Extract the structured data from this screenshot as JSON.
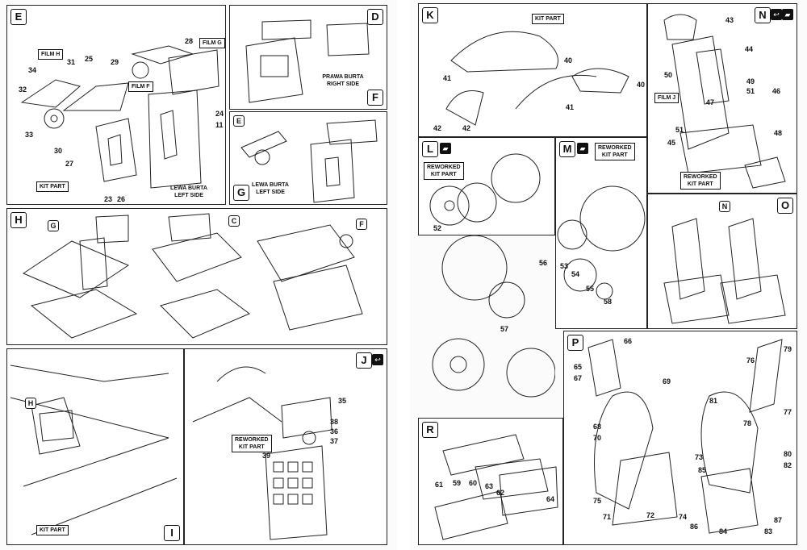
{
  "panels": {
    "E": {
      "label": "E",
      "parts": [
        "34",
        "31",
        "25",
        "29",
        "28",
        "32",
        "33",
        "30",
        "27",
        "24",
        "11",
        "23",
        "26"
      ],
      "films": [
        "FILM H",
        "FILM G",
        "FILM F"
      ],
      "kit_part": "KIT PART",
      "caption": "LEWA BURTA\nLEFT SIDE"
    },
    "D": {
      "ref": "D"
    },
    "F": {
      "label": "F",
      "caption": "PRAWA BURTA\nRIGHT SIDE"
    },
    "G": {
      "label": "G",
      "ref": "E",
      "caption": "LEWA BURTA\nLEFT SIDE"
    },
    "H": {
      "label": "H",
      "refs": [
        "G",
        "C",
        "F"
      ]
    },
    "I": {
      "label": "I",
      "ref": "H",
      "kit_part": "KIT PART"
    },
    "J": {
      "label": "J",
      "parts": [
        "35",
        "38",
        "36",
        "37",
        "39"
      ],
      "reworked": "REWORKED\nKIT PART"
    },
    "K": {
      "label": "K",
      "kit_part": "KIT PART",
      "parts": [
        "40",
        "40",
        "41",
        "41",
        "42",
        "42"
      ]
    },
    "N": {
      "label": "N",
      "parts": [
        "43",
        "44",
        "50",
        "49",
        "51",
        "46",
        "47",
        "45",
        "51",
        "48"
      ],
      "film": "FILM J",
      "reworked": "REWORKED\nKIT PART"
    },
    "L": {
      "label": "L",
      "reworked": "REWORKED\nKIT PART",
      "parts": [
        "52"
      ]
    },
    "M": {
      "label": "M",
      "reworked": "REWORKED\nKIT PART",
      "parts": [
        "57",
        "56",
        "53",
        "54",
        "55",
        "58"
      ]
    },
    "O": {
      "label": "O",
      "ref": "N"
    },
    "P": {
      "label": "P",
      "parts": [
        "66",
        "65",
        "67",
        "69",
        "68",
        "70",
        "71",
        "72",
        "73",
        "74",
        "75",
        "76",
        "77",
        "78",
        "79",
        "80",
        "81",
        "82",
        "83",
        "84",
        "85",
        "86",
        "87"
      ]
    },
    "R": {
      "label": "R",
      "parts": [
        "61",
        "59",
        "60",
        "62",
        "63",
        "64"
      ]
    }
  }
}
